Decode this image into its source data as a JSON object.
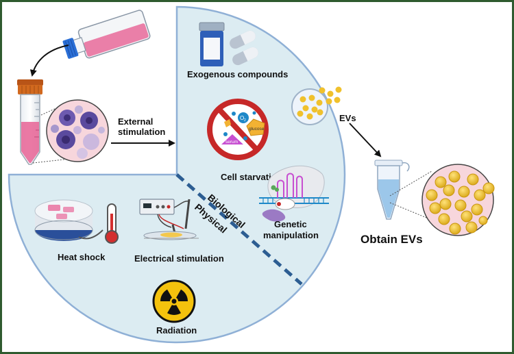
{
  "labels": {
    "external_line1": "External",
    "external_line2": "stimulation",
    "exogenous": "Exogenous compounds",
    "evs": "EVs",
    "cell_starvation": "Cell starvation",
    "biological": "Biological",
    "physical": "Physical",
    "genetic_line1": "Genetic",
    "genetic_line2": "manipulation",
    "heat_shock": "Heat shock",
    "electrical": "Electrical stimulation",
    "radiation": "Radiation",
    "obtain": "Obtain EVs",
    "o2": "O",
    "o2_sub": "2",
    "glucose": "glucose",
    "serum": "serum"
  },
  "colors": {
    "frame": "#2f5b2f",
    "sector_fill": "#dcecf2",
    "sector_stroke": "#8fb0d6",
    "divider": "#2c5d92",
    "flask_pink": "#e86a9a",
    "cap_blue": "#2b6fd6",
    "tube_cap": "#d2691e",
    "cell_purple": "#5a4a9e",
    "circle_bg": "#f7d6dc",
    "ev_yellow": "#f0c12c",
    "no_sign_red": "#c62828",
    "radiation_yellow": "#f4c20d"
  },
  "icons": [
    "culture-flask-icon",
    "centrifuge-tube-icon",
    "cell-culture-circle-icon",
    "pill-bottle-icon",
    "capsule-icon",
    "petri-dish-icon",
    "no-sign-icon",
    "dna-icon",
    "incubator-icon",
    "thermometer-icon",
    "electrical-device-icon",
    "radiation-icon",
    "microtube-icon",
    "ev-circle-icon"
  ]
}
